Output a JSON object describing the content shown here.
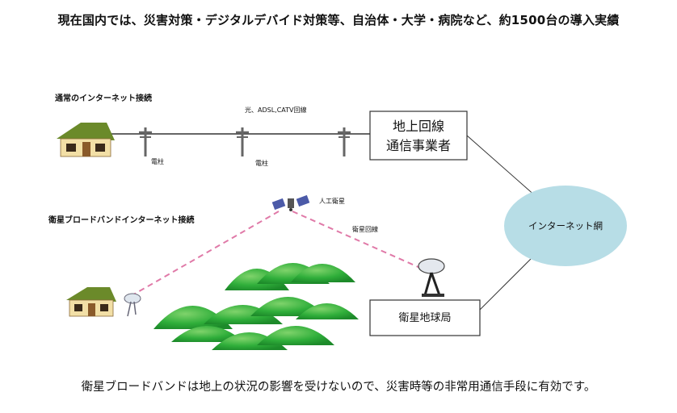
{
  "headline": "現在国内では、災害対策・デジタルデバイド対策等、自治体・大学・病院など、約1500台の導入実績",
  "footer": "衛星ブロードバンドは地上の状況の影響を受けないので、災害時等の非常用通信手段に有効です。",
  "normal_connection": {
    "section_label": "通常のインターネット接続",
    "line_label": "光、ADSL,CATV回線",
    "pole_labels": [
      "電柱",
      "電柱"
    ],
    "carrier_box_lines": [
      "地上回線",
      "通信事業者"
    ]
  },
  "satellite_connection": {
    "section_label": "衛星ブロードバンドインターネット接続",
    "satellite_label": "人工衛星",
    "link_label": "衛星回線",
    "station_box": "衛星地球局"
  },
  "internet_label": "インターネット網",
  "colors": {
    "box_stroke": "#333333",
    "internet_oval": "#b7dde6",
    "satellite_link": "#e07aa8",
    "mountain_green": "#2fae3a",
    "house_roof": "#6b8a2a",
    "house_wall": "#f2dfa6"
  }
}
